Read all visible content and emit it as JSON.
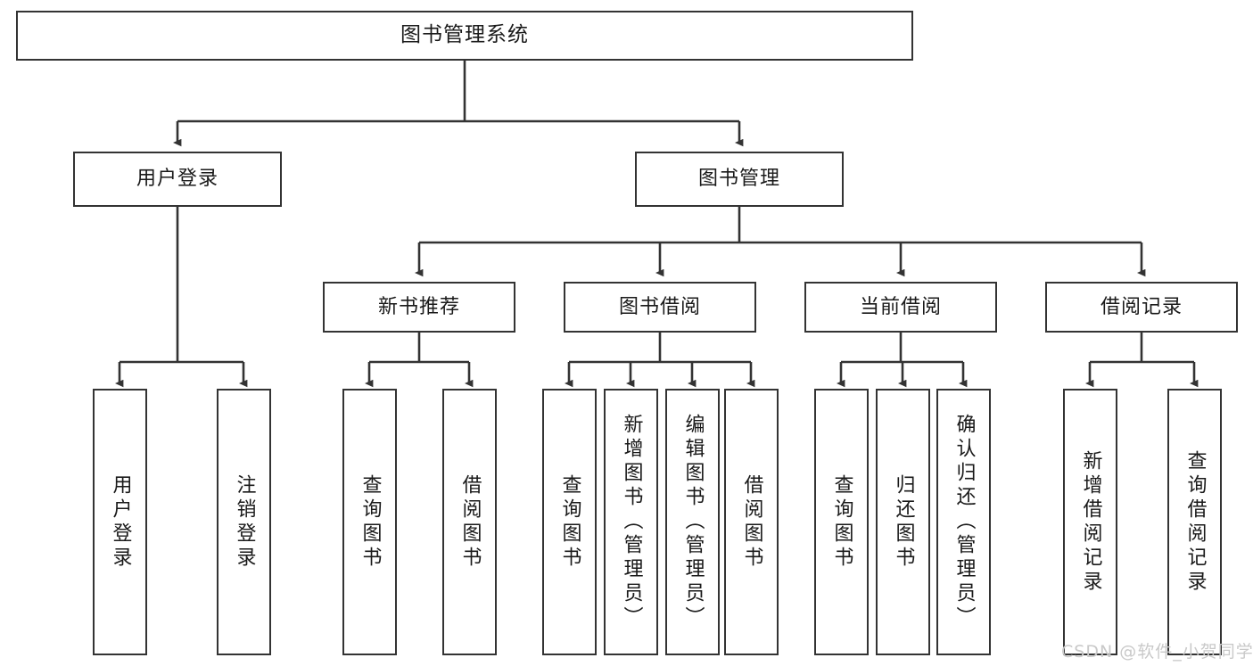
{
  "diagram": {
    "title": "图书管理系统",
    "type": "tree-structure-chart",
    "root": {
      "label": "图书管理系统"
    },
    "level2": [
      {
        "label": "用户登录"
      },
      {
        "label": "图书管理"
      }
    ],
    "level3": [
      {
        "label": "新书推荐"
      },
      {
        "label": "图书借阅"
      },
      {
        "label": "当前借阅"
      },
      {
        "label": "借阅记录"
      }
    ],
    "leaves": {
      "user_login": [
        {
          "label": "用户登录"
        },
        {
          "label": "注销登录"
        }
      ],
      "new_book_recommend": [
        {
          "label": "查询图书"
        },
        {
          "label": "借阅图书"
        }
      ],
      "book_borrow": [
        {
          "label": "查询图书"
        },
        {
          "label": "新增图书（管理员）"
        },
        {
          "label": "编辑图书（管理员）"
        },
        {
          "label": "借阅图书"
        }
      ],
      "current_borrow": [
        {
          "label": "查询图书"
        },
        {
          "label": "归还图书"
        },
        {
          "label": "确认归还（管理员）"
        }
      ],
      "borrow_record": [
        {
          "label": "新增借阅记录"
        },
        {
          "label": "查询借阅记录"
        }
      ]
    }
  },
  "watermark": {
    "text": "CSDN @软件_小贺同学"
  },
  "colors": {
    "stroke": "#333333",
    "background": "#ffffff",
    "text": "#1a1a1a",
    "watermark": "#c9c9c9"
  }
}
